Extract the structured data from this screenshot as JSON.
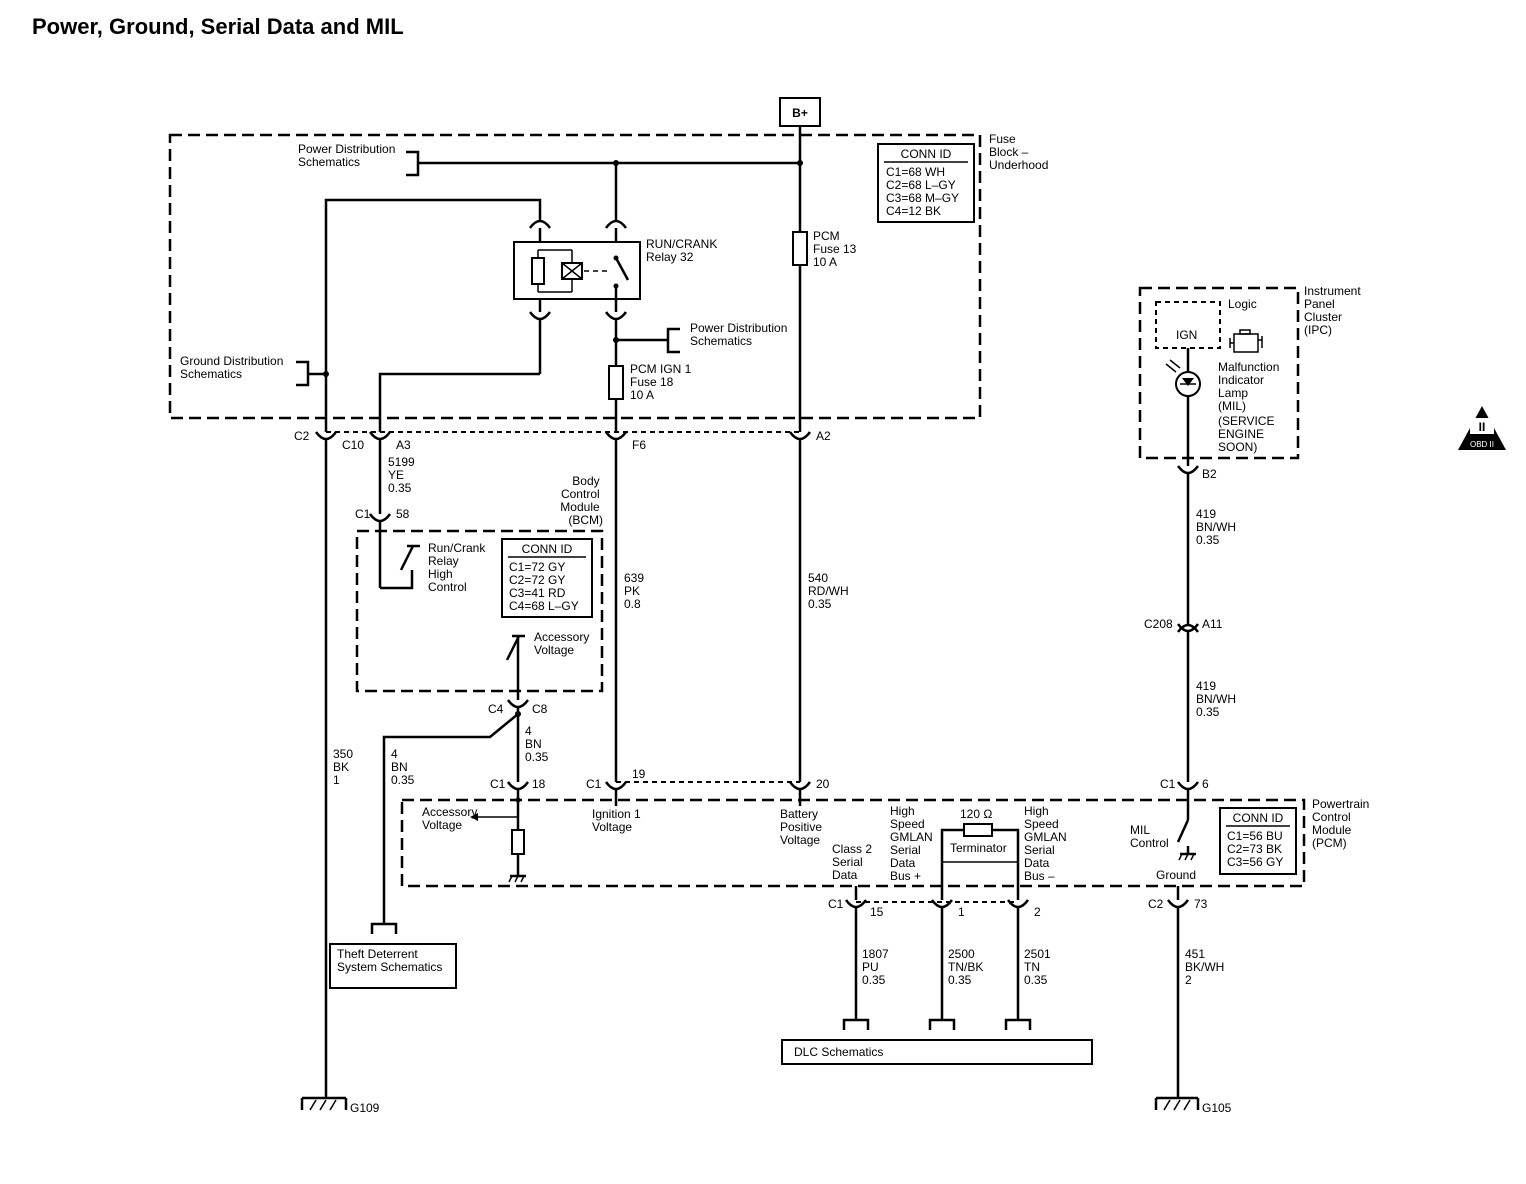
{
  "title": "Power, Ground, Serial Data and MIL",
  "battery": "B+",
  "fuse_block": {
    "label": [
      "Fuse",
      "Block –",
      "Underhood"
    ],
    "conn_id_title": "CONN ID",
    "conn_id": [
      "C1=68 WH",
      "C2=68 L–GY",
      "C3=68 M–GY",
      "C4=12 BK"
    ],
    "power_dist_top": [
      "Power Distribution",
      "Schematics"
    ],
    "power_dist_mid": [
      "Power Distribution",
      "Schematics"
    ],
    "ground_dist": [
      "Ground Distribution",
      "Schematics"
    ],
    "relay": [
      "RUN/CRANK",
      "Relay 32"
    ],
    "pcm_fuse": [
      "PCM",
      "Fuse 13",
      "10 A"
    ],
    "pcm_ign_fuse": [
      "PCM IGN 1",
      "Fuse 18",
      "10 A"
    ]
  },
  "connectors": {
    "c2": "C2",
    "c10": "C10",
    "a3": "A3",
    "f6": "F6",
    "a2": "A2",
    "c1_58_conn": "C1",
    "c1_58_pin": "58",
    "c4": "C4",
    "c8": "C8",
    "c1_18_conn": "C1",
    "c1_18_pin": "18",
    "c1_19_conn": "C1",
    "c1_19_pin": "19",
    "pin_20": "20",
    "b2": "B2",
    "c208": "C208",
    "a11": "A11",
    "c1_6_conn": "C1",
    "c1_6_pin": "6",
    "c1_15_conn": "C1",
    "c1_15_pin": "15",
    "pin_1": "1",
    "pin_2": "2",
    "c2_73_conn": "C2",
    "c2_73_pin": "73"
  },
  "wires": {
    "w5199": [
      "5199",
      "YE",
      "0.35"
    ],
    "w639": [
      "639",
      "PK",
      "0.8"
    ],
    "w540": [
      "540",
      "RD/WH",
      "0.35"
    ],
    "w350": [
      "350",
      "BK",
      "1"
    ],
    "w4_left": [
      "4",
      "BN",
      "0.35"
    ],
    "w4_right": [
      "4",
      "BN",
      "0.35"
    ],
    "w419_top": [
      "419",
      "BN/WH",
      "0.35"
    ],
    "w419_bot": [
      "419",
      "BN/WH",
      "0.35"
    ],
    "w1807": [
      "1807",
      "PU",
      "0.35"
    ],
    "w2500": [
      "2500",
      "TN/BK",
      "0.35"
    ],
    "w2501": [
      "2501",
      "TN",
      "0.35"
    ],
    "w451": [
      "451",
      "BK/WH",
      "2"
    ]
  },
  "bcm": {
    "label": [
      "Body",
      "Control",
      "Module",
      "(BCM)"
    ],
    "conn_id_title": "CONN ID",
    "conn_id": [
      "C1=72 GY",
      "C2=72 GY",
      "C3=41 RD",
      "C4=68 L–GY"
    ],
    "relay_ctrl": [
      "Run/Crank",
      "Relay",
      "High",
      "Control"
    ],
    "acc_voltage": [
      "Accessory",
      "Voltage"
    ]
  },
  "ipc": {
    "label": [
      "Instrument",
      "Panel",
      "Cluster",
      "(IPC)"
    ],
    "logic": "Logic",
    "ign": "IGN",
    "mil": [
      "Malfunction",
      "Indicator",
      "Lamp",
      "(MIL)",
      "(SERVICE",
      "ENGINE",
      "SOON)"
    ]
  },
  "pcm": {
    "label": [
      "Powertrain",
      "Control",
      "Module",
      "(PCM)"
    ],
    "conn_id_title": "CONN ID",
    "conn_id": [
      "C1=56 BU",
      "C2=73 BK",
      "C3=56 GY"
    ],
    "acc_voltage": [
      "Accessory",
      "Voltage"
    ],
    "ign_voltage": [
      "Ignition 1",
      "Voltage"
    ],
    "batt_voltage": [
      "Battery",
      "Positive",
      "Voltage"
    ],
    "class2": [
      "Class 2",
      "Serial",
      "Data"
    ],
    "gmlan_plus": [
      "High",
      "Speed",
      "GMLAN",
      "Serial",
      "Data",
      "Bus +"
    ],
    "gmlan_minus": [
      "High",
      "Speed",
      "GMLAN",
      "Serial",
      "Data",
      "Bus –"
    ],
    "terminator_value": "120 Ω",
    "terminator": "Terminator",
    "mil_control": [
      "MIL",
      "Control"
    ],
    "ground": "Ground"
  },
  "theft": [
    "Theft Deterrent",
    "System Schematics"
  ],
  "dlc": "DLC Schematics",
  "ground_g109": "G109",
  "ground_g105": "G105",
  "obd_badge": "OBD II",
  "obd_roman": "II"
}
